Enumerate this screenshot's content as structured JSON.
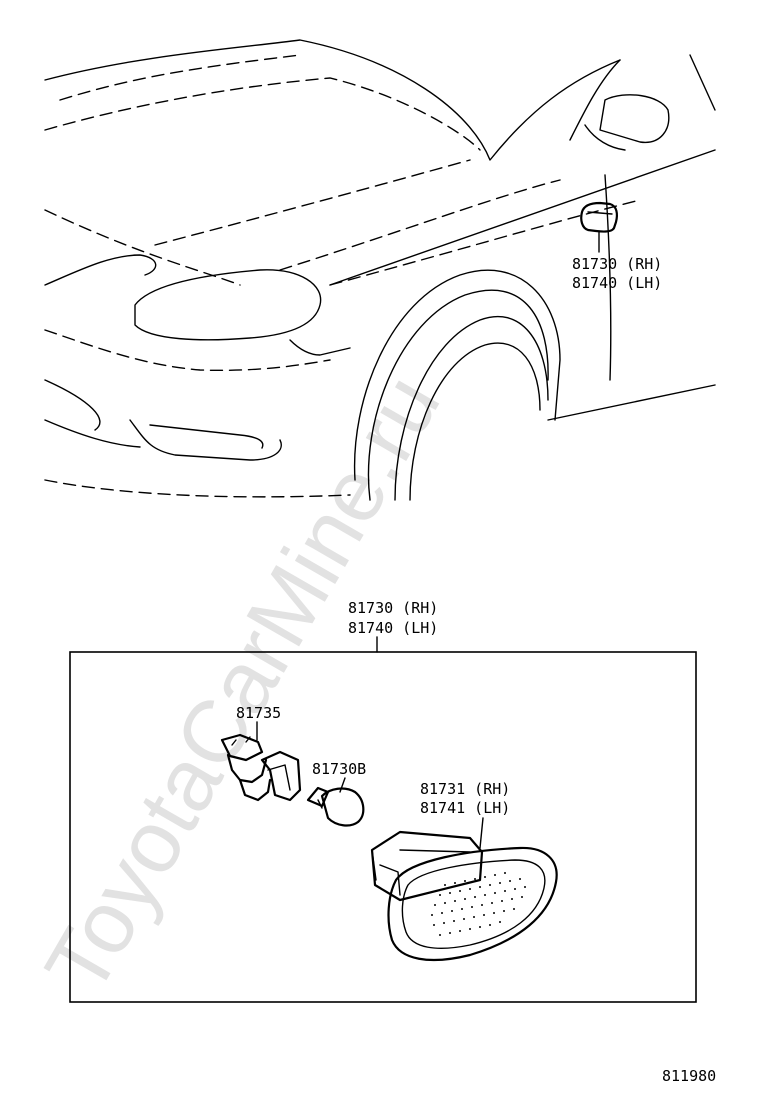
{
  "watermark": "ToyotaCarMine.ru",
  "car_callout": {
    "rh": "81730 (RH)",
    "lh": "81740 (LH)"
  },
  "assembly_callout": {
    "rh": "81730 (RH)",
    "lh": "81740 (LH)"
  },
  "parts": {
    "socket": "81735",
    "bulb": "81730B",
    "lens_rh": "81731 (RH)",
    "lens_lh": "81741 (LH)"
  },
  "diagram_number": "811980"
}
